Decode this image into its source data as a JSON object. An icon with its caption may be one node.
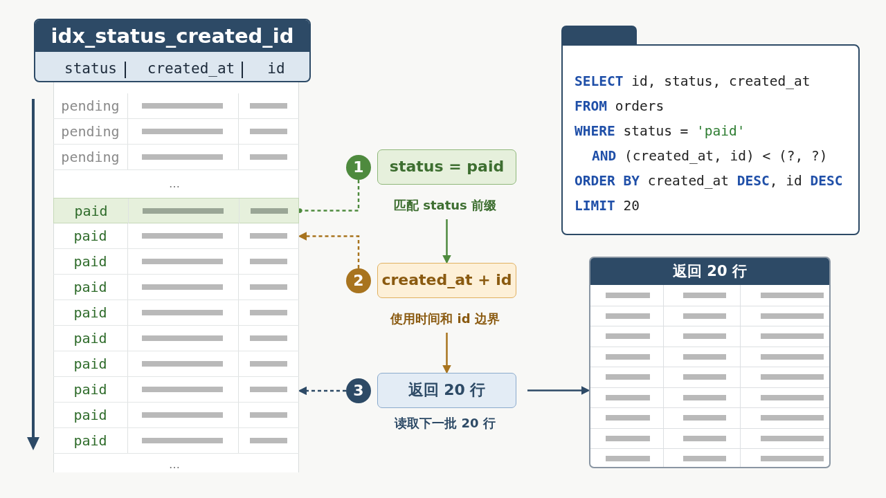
{
  "diagram": {
    "nodes": [
      {
        "text": [
          "idx_status_created_id",
          "status",
          "created_at",
          "id"
        ]
      },
      {
        "text": [
          "pending"
        ],
        "in": 0
      },
      {
        "text": [
          "pending"
        ],
        "in": 0
      },
      {
        "text": [
          "pending"
        ],
        "in": 0
      },
      {
        "text": [
          "paid"
        ],
        "in": 0
      },
      {
        "text": [
          "paid"
        ],
        "in": 0
      },
      {
        "text": [
          "paid"
        ],
        "in": 0
      },
      {
        "text": [
          "paid"
        ],
        "in": 0
      },
      {
        "text": [
          "paid"
        ],
        "in": 0
      },
      {
        "text": [
          "paid"
        ],
        "in": 0
      },
      {
        "text": [
          "paid"
        ],
        "in": 0
      },
      {
        "text": [
          "paid"
        ],
        "in": 0
      },
      {
        "text": [
          "paid"
        ],
        "in": 0
      },
      {
        "text": [
          "paid"
        ],
        "in": 0
      },
      {
        "text": [
          "1"
        ]
      },
      {
        "text": [
          "status = paid"
        ],
        "beside": [
          "匹配 status 前缀"
        ]
      },
      {
        "text": [
          "2"
        ]
      },
      {
        "text": [
          "created_at + id"
        ],
        "beside": [
          "使用时间和 id 边界"
        ]
      },
      {
        "text": [
          "3"
        ]
      },
      {
        "text": [
          "返回 20 行"
        ],
        "beside": [
          "读取下一批 20 行"
        ]
      },
      {
        "text": [
          "SELECT id, status, created_at",
          "FROM orders",
          "WHERE status = 'paid'",
          "AND (created_at, id) < (?, ?)",
          "ORDER BY created_at DESC, id DESC",
          "LIMIT 20"
        ]
      },
      {
        "text": [
          "返回 20 行"
        ]
      }
    ],
    "edges": [
      {
        "from": 14,
        "to": 4,
        "arrow": "other",
        "style": "dashed",
        "color": "#4e8a3e"
      },
      {
        "from": 16,
        "to": 5,
        "arrow": "to",
        "style": "dashed",
        "color": "#a8741f"
      },
      {
        "from": 18,
        "to": 11,
        "arrow": "to",
        "style": "dashed",
        "color": "#2d4a66"
      },
      {
        "from": 15,
        "to": 17,
        "arrow": "to",
        "color": "#4e8a3e"
      },
      {
        "from": 17,
        "to": 19,
        "arrow": "to",
        "color": "#a8741f"
      },
      {
        "from": 19,
        "to": 21,
        "arrow": "to",
        "color": "#2d4a66"
      }
    ],
    "labels": [
      "…",
      "…"
    ]
  }
}
